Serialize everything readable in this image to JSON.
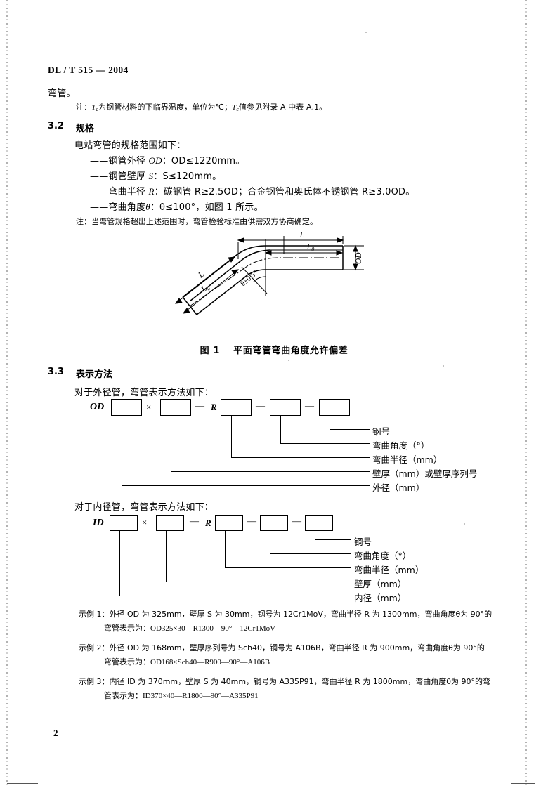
{
  "document": {
    "standard_code": "DL / T 515 — 2004",
    "page_number": "2"
  },
  "body": {
    "carryover_line": "弯管。",
    "note_tc": "注：T c 为钢管材料的下临界温度，单位为℃；T c 值参见附录 A 中表 A.1。",
    "note_tc_parts": {
      "prefix": "注：",
      "sym1": "T",
      "sub1": "c",
      "mid": "为钢管材料的下临界温度，单位为℃；",
      "sym2": "T",
      "sub2": "c",
      "tail": "值参见附录 A 中表 A.1。"
    }
  },
  "section_32": {
    "number": "3.2",
    "title": "规格",
    "lead": "电站弯管的规格范围如下：",
    "items": [
      {
        "dash": "——",
        "label": "钢管外径 ",
        "sym": "OD",
        "value": "：OD≤1220mm。"
      },
      {
        "dash": "——",
        "label": "钢管壁厚 ",
        "sym": "S",
        "value": "：S≤120mm。"
      },
      {
        "dash": "——",
        "label": "弯曲半径 ",
        "sym": "R",
        "value": "：碳钢管 R≥2.5OD；合金钢管和奥氏体不锈钢管 R≥3.0OD。"
      },
      {
        "dash": "——",
        "label": "弯曲角度",
        "sym": "θ",
        "value": "：θ≤100°，如图 1 所示。"
      }
    ],
    "note": "注：当弯管规格超出上述范围时，弯管检验标准由供需双方协商确定。"
  },
  "figure_1": {
    "caption_number": "图 1",
    "caption_text": "平面弯管弯曲角度允许偏差",
    "labels": {
      "L": "L",
      "L0": "L₀",
      "L0_base": "L",
      "L0_sub": "0",
      "OD": "OD",
      "angle": "θ±0.5°"
    }
  },
  "section_33": {
    "number": "3.3",
    "title": "表示方法",
    "od_lead": "对于外径管，弯管表示方法如下：",
    "od_notation": {
      "prefix": "OD",
      "times": "×",
      "dash": "—",
      "r": "R",
      "callouts": [
        "外径（mm）",
        "壁厚（mm）或壁厚序列号",
        "弯曲半径（mm）",
        "弯曲角度（°）",
        "钢号"
      ]
    },
    "id_lead": "对于内径管，弯管表示方法如下：",
    "id_notation": {
      "prefix": "ID",
      "times": "×",
      "dash": "—",
      "r": "R",
      "callouts": [
        "内径（mm）",
        "壁厚（mm）",
        "弯曲半径（mm）",
        "弯曲角度（°）",
        "钢号"
      ]
    },
    "examples": [
      {
        "title": "示例 1：",
        "line1": "外径 OD 为 325mm，壁厚 S 为 30mm，钢号为 12Cr1MoV，弯曲半径 R 为 1300mm，弯曲角度θ为 90°的",
        "line2_prefix": "弯管表示为：",
        "line2_code": "OD325×30—R1300—90°—12Cr1MoV"
      },
      {
        "title": "示例 2：",
        "line1": "外径 OD 为 168mm，壁厚序列号为 Sch40，钢号为 A106B，弯曲半径 R 为 900mm，弯曲角度θ为 90°的",
        "line2_prefix": "弯管表示为：",
        "line2_code": "OD168×Sch40—R900—90°—A106B"
      },
      {
        "title": "示例 3：",
        "line1": "内径 ID 为 370mm，壁厚 S 为 40mm，钢号为 A335P91，弯曲半径 R 为 1800mm，弯曲角度θ为 90°的弯",
        "line2_prefix": "管表示为：",
        "line2_code": "ID370×40—R1800—90°—A335P91"
      }
    ]
  },
  "colors": {
    "ink": "#000000",
    "paper": "#ffffff",
    "scan_artifact": "#5a5a5a"
  }
}
